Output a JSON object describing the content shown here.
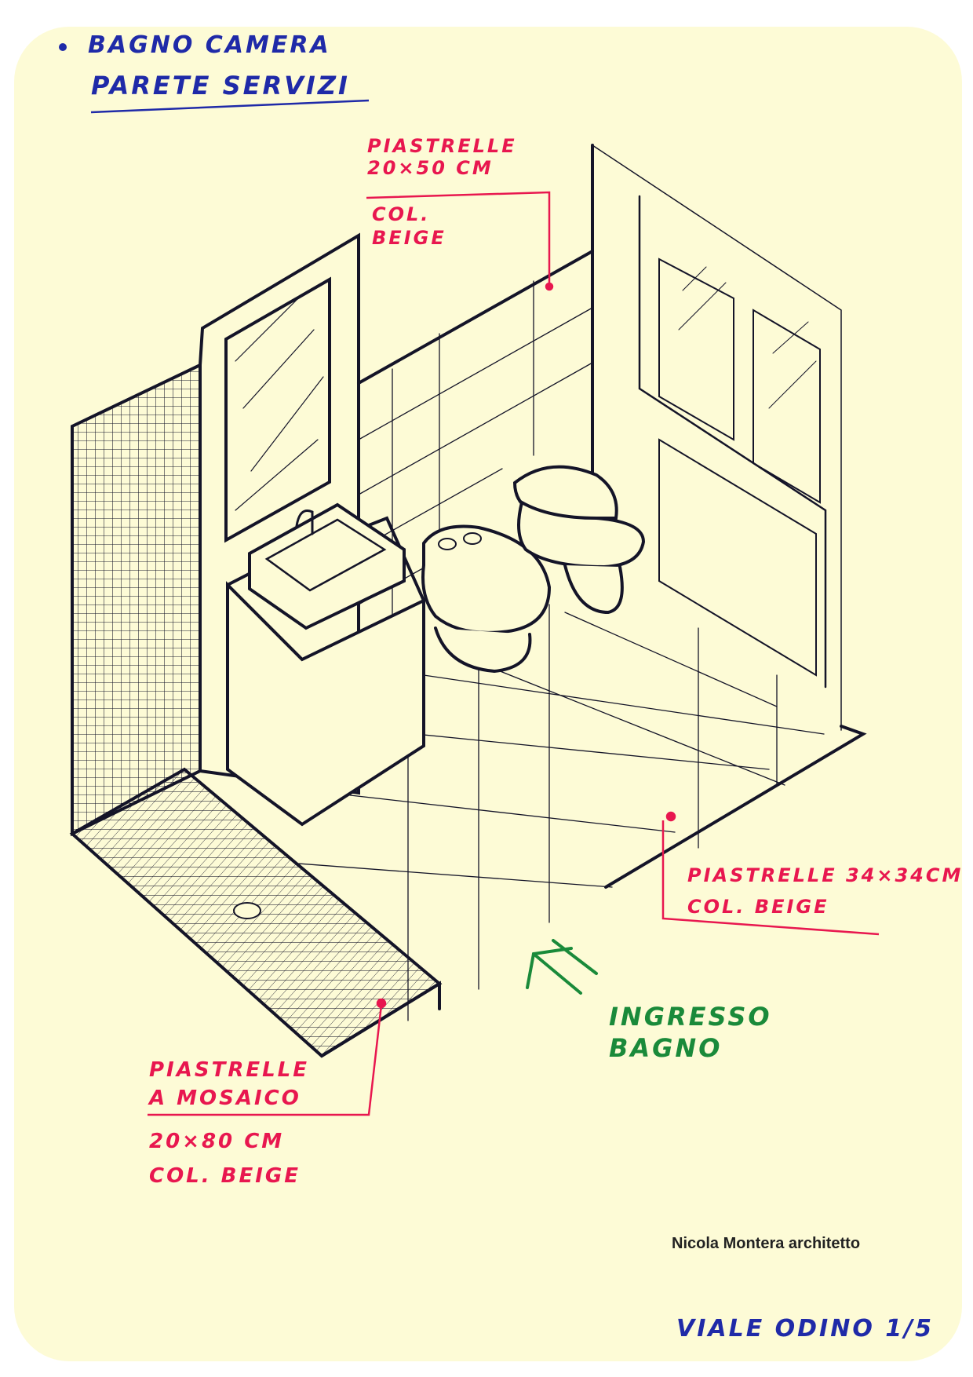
{
  "header": {
    "line1": "BAGNO CAMERA",
    "line2": "PARETE SERVIZI"
  },
  "labels": {
    "wall_tiles": {
      "line1": "PIASTRELLE",
      "line2": "20×50 CM",
      "line3": "COL.",
      "line4": "BEIGE"
    },
    "floor_tiles": {
      "line1": "PIASTRELLE 34×34CM",
      "line2": "COL. BEIGE"
    },
    "mosaic_tiles": {
      "line1": "PIASTRELLE",
      "line2": "A MOSAICO",
      "line3": "20×80 CM",
      "line4": "COL. BEIGE"
    },
    "entrance": {
      "line1": "INGRESSO",
      "line2": "BAGNO"
    }
  },
  "credit": "Nicola Montera architetto",
  "address": "VIALE ODINO 1/5",
  "colors": {
    "ink": "#141428",
    "header_blue": "#1f2aa8",
    "annotation_red": "#e8174f",
    "entrance_green": "#1a8a3a",
    "paper": "#fdfbd6"
  }
}
